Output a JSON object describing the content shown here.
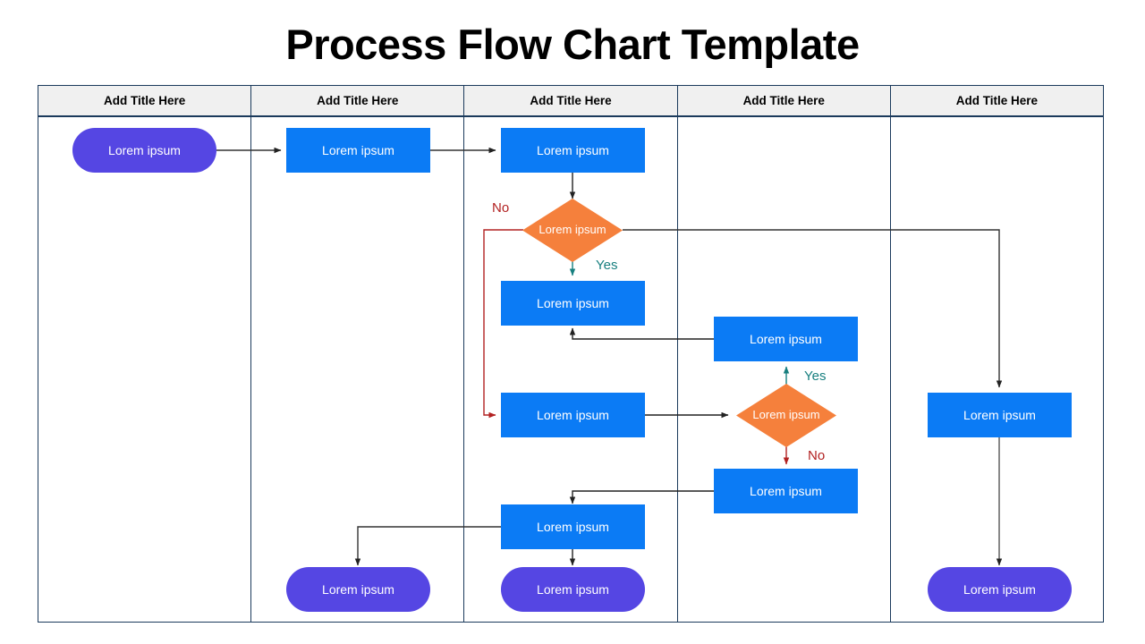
{
  "title": "Process Flow Chart Template",
  "colors": {
    "terminator": "#5546e3",
    "process": "#0b7bf5",
    "decision": "#f5803c",
    "yes_label": "#177f7f",
    "no_label": "#b22222",
    "lane_border": "#1b3a5c",
    "header_bg": "#f0f0f0",
    "connector": "#333333"
  },
  "lanes": {
    "headers": [
      {
        "label": "Add Title Here"
      },
      {
        "label": "Add Title Here"
      },
      {
        "label": "Add Title Here"
      },
      {
        "label": "Add Title Here"
      },
      {
        "label": "Add Title Here"
      }
    ]
  },
  "nodes": [
    {
      "id": "start",
      "label": "Lorem ipsum",
      "shape": "terminator",
      "lane": 1
    },
    {
      "id": "p1",
      "label": "Lorem ipsum",
      "shape": "process",
      "lane": 2
    },
    {
      "id": "p2",
      "label": "Lorem ipsum",
      "shape": "process",
      "lane": 3
    },
    {
      "id": "d1",
      "label": "Lorem ipsum",
      "shape": "decision",
      "lane": 3
    },
    {
      "id": "p3",
      "label": "Lorem ipsum",
      "shape": "process",
      "lane": 3
    },
    {
      "id": "p4",
      "label": "Lorem ipsum",
      "shape": "process",
      "lane": 4
    },
    {
      "id": "p5",
      "label": "Lorem ipsum",
      "shape": "process",
      "lane": 3
    },
    {
      "id": "d2",
      "label": "Lorem ipsum",
      "shape": "decision",
      "lane": 4
    },
    {
      "id": "p6",
      "label": "Lorem ipsum",
      "shape": "process",
      "lane": 5
    },
    {
      "id": "p7",
      "label": "Lorem ipsum",
      "shape": "process",
      "lane": 4
    },
    {
      "id": "p8",
      "label": "Lorem ipsum",
      "shape": "process",
      "lane": 3
    },
    {
      "id": "end1",
      "label": "Lorem ipsum",
      "shape": "terminator",
      "lane": 2
    },
    {
      "id": "end2",
      "label": "Lorem ipsum",
      "shape": "terminator",
      "lane": 3
    },
    {
      "id": "end3",
      "label": "Lorem ipsum",
      "shape": "terminator",
      "lane": 5
    }
  ],
  "branch_labels": [
    {
      "id": "d1-no",
      "text": "No",
      "type": "no"
    },
    {
      "id": "d1-yes",
      "text": "Yes",
      "type": "yes"
    },
    {
      "id": "d2-yes",
      "text": "Yes",
      "type": "yes"
    },
    {
      "id": "d2-no",
      "text": "No",
      "type": "no"
    }
  ]
}
